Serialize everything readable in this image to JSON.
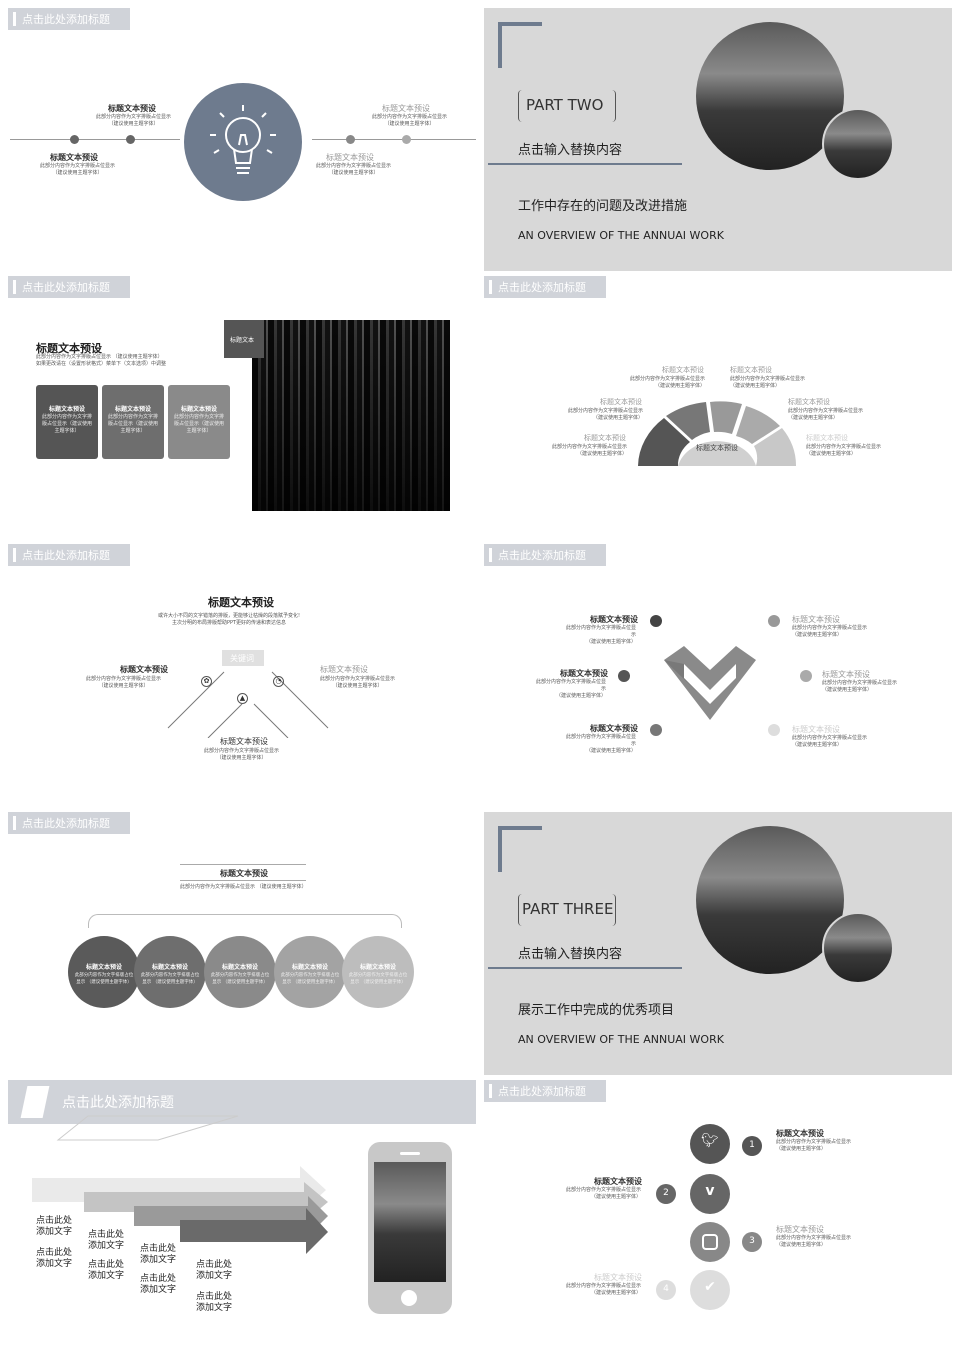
{
  "common": {
    "tag_title": "点击此处添加标题",
    "heading": "标题文本预设",
    "body_a": "此部分内容作为文字排版占位显示",
    "body_b": "（建议使用主题字体）"
  },
  "s1": {
    "items": [
      {
        "title": "标题文本预设",
        "l1": "此部分内容作为文字排版占位显示",
        "l2": "（建议使用主题字体）"
      },
      {
        "title": "标题文本预设",
        "l1": "此部分内容作为文字排版占位显示",
        "l2": "（建议使用主题字体）"
      },
      {
        "title": "标题文本预设",
        "l1": "此部分内容作为文字排版占位显示",
        "l2": "（建议使用主题字体）"
      },
      {
        "title": "标题文本预设",
        "l1": "此部分内容作为文字排版占位显示",
        "l2": "（建议使用主题字体）"
      }
    ]
  },
  "s2": {
    "part": "PART TWO",
    "subtitle": "点击输入替换内容",
    "heading": "工作中存在的问题及改进措施",
    "english": "AN OVERVIEW OF THE ANNUAI WORK"
  },
  "s3": {
    "title": "标题文本预设",
    "l1": "此部分内容作为文字排版占位显示   （建议使用主题字体）",
    "l2": "如果更改请在（设置形状格式）菜单下（文本选项）中调整",
    "img_label": "标题文本",
    "boxes": [
      {
        "title": "标题文本预设",
        "l1": "此部分内容作为文字排",
        "l2": "版占位显示（建议使用",
        "l3": "主题字体）"
      },
      {
        "title": "标题文本预设",
        "l1": "此部分内容作为文字排",
        "l2": "版占位显示（建议使用",
        "l3": "主题字体）"
      },
      {
        "title": "标题文本预设",
        "l1": "此部分内容作为文字排",
        "l2": "版占位显示（建议使用",
        "l3": "主题字体）"
      }
    ]
  },
  "s4": {
    "center": "标题文本预设",
    "items": [
      {
        "title": "标题文本预设",
        "l1": "此部分内容作为文字排版占位显示",
        "l2": "（建议使用主题字体）"
      },
      {
        "title": "标题文本预设",
        "l1": "此部分内容作为文字排版占位显示",
        "l2": "（建议使用主题字体）"
      },
      {
        "title": "标题文本预设",
        "l1": "此部分内容作为文字排版占位显示",
        "l2": "（建议使用主题字体）"
      },
      {
        "title": "标题文本预设",
        "l1": "此部分内容作为文字排版占位显示",
        "l2": "（建议使用主题字体）"
      },
      {
        "title": "标题文本预设",
        "l1": "此部分内容作为文字排版占位显示",
        "l2": "（建议使用主题字体）"
      },
      {
        "title": "标题文本预设",
        "l1": "此部分内容作为文字排版占位显示",
        "l2": "（建议使用主题字体）"
      }
    ]
  },
  "s5": {
    "title": "标题文本预设",
    "l1": "或许大小不同的文字错落的排版，更能够让枯燥的段落赋予变化!",
    "l2": "主次分明的布局排版帮助PPT更好的传递和表达信息",
    "keyword": "关键词",
    "items": [
      {
        "title": "标题文本预设",
        "l1": "此部分内容作为文字排版占位显示",
        "l2": "（建议使用主题字体）"
      },
      {
        "title": "标题文本预设",
        "l1": "此部分内容作为文字排版占位显示",
        "l2": "（建议使用主题字体）"
      },
      {
        "title": "标题文本预设",
        "l1": "此部分内容作为文字排版占位显示",
        "l2": "（建议使用主题字体）"
      }
    ]
  },
  "s6": {
    "items": [
      {
        "title": "标题文本预设",
        "l1": "此部分内容作为文字排版占位显",
        "l2": "示",
        "l3": "（建议使用主题字体）"
      },
      {
        "title": "标题文本预设",
        "l1": "此部分内容作为文字排版占位显",
        "l2": "示",
        "l3": "（建议使用主题字体）"
      },
      {
        "title": "标题文本预设",
        "l1": "此部分内容作为文字排版占位显",
        "l2": "示",
        "l3": "（建议使用主题字体）"
      },
      {
        "title": "标题文本预设",
        "l1": "此部分内容作为文字排版占位显示",
        "l2": "（建议使用主题字体）"
      },
      {
        "title": "标题文本预设",
        "l1": "此部分内容作为文字排版占位显示",
        "l2": "（建议使用主题字体）"
      },
      {
        "title": "标题文本预设",
        "l1": "此部分内容作为文字排版占位显示",
        "l2": "（建议使用主题字体）"
      }
    ]
  },
  "s7": {
    "title": "标题文本预设",
    "l1": "此部分内容作为文字排版占位显示   （建议使用主题字体）",
    "circles": [
      {
        "title": "标题文本预设",
        "l1": "此部分内容作为文字排版占位",
        "l2": "显示   （建议使用主题字体）",
        "color": "#5a5a5a"
      },
      {
        "title": "标题文本预设",
        "l1": "此部分内容作为文字排版占位",
        "l2": "显示   （建议使用主题字体）",
        "color": "#6e6e6e"
      },
      {
        "title": "标题文本预设",
        "l1": "此部分内容作为文字排版占位",
        "l2": "显示   （建议使用主题字体）",
        "color": "#8a8a8a"
      },
      {
        "title": "标题文本预设",
        "l1": "此部分内容作为文字排版占位",
        "l2": "显示   （建议使用主题字体）",
        "color": "#a3a3a3"
      },
      {
        "title": "标题文本预设",
        "l1": "此部分内容作为文字排版占位",
        "l2": "显示   （建议使用主题字体）",
        "color": "#bdbdbd"
      }
    ]
  },
  "s8": {
    "part": "PART THREE",
    "subtitle": "点击输入替换内容",
    "heading": "展示工作中完成的优秀项目",
    "english": "AN OVERVIEW OF THE ANNUAI WORK"
  },
  "s9": {
    "title": "点击此处添加标题",
    "labels": [
      "点击此处",
      "添加文字",
      "点击此处",
      "添加文字",
      "点击此处",
      "添加文字",
      "点击此处",
      "添加文字",
      "点击此处",
      "添加文字",
      "点击此处",
      "添加文字",
      "点击此处",
      "添加文字",
      "点击此处",
      "添加文字"
    ]
  },
  "s10": {
    "nums": [
      "1",
      "2",
      "3",
      "4"
    ],
    "items": [
      {
        "title": "标题文本预设",
        "l1": "此部分内容作为文字排版占位显示",
        "l2": "（建议使用主题字体）"
      },
      {
        "title": "标题文本预设",
        "l1": "此部分内容作为文字排版占位显示",
        "l2": "（建议使用主题字体）"
      },
      {
        "title": "标题文本预设",
        "l1": "此部分内容作为文字排版占位显示",
        "l2": "（建议使用主题字体）"
      },
      {
        "title": "标题文本预设",
        "l1": "此部分内容作为文字排版占位显示",
        "l2": "（建议使用主题字体）"
      }
    ]
  }
}
